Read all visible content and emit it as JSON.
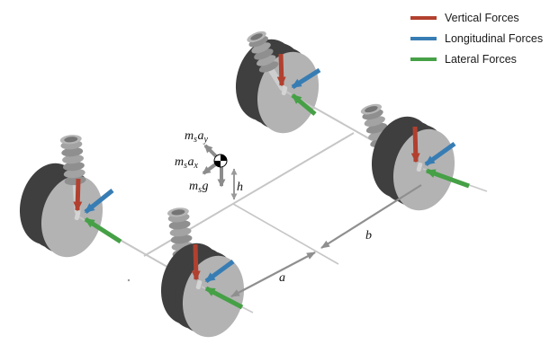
{
  "colors": {
    "vertical": "#b2402f",
    "longitudinal": "#377db4",
    "lateral": "#46a046",
    "frame": "#c6c6c6",
    "dimension": "#8f8f8f",
    "cg_arrow": "#8c8c8c",
    "wheel_face": "#b3b3b3",
    "wheel_side": "#3f3f3f",
    "text": "#1a1a1a"
  },
  "legend": {
    "items": [
      {
        "label": "Vertical Forces"
      },
      {
        "label": "Longitudinal Forces"
      },
      {
        "label": "Lateral Forces"
      }
    ]
  },
  "cg": {
    "label_may": {
      "m": "m",
      "s": "s",
      "a": "a",
      "y": "y"
    },
    "label_max": {
      "m": "m",
      "s": "s",
      "a": "a",
      "x": "x"
    },
    "label_mg": {
      "m": "m",
      "s": "s",
      "g": "g"
    }
  },
  "dimensions": {
    "height": "h",
    "front": "a",
    "rear": "b"
  }
}
